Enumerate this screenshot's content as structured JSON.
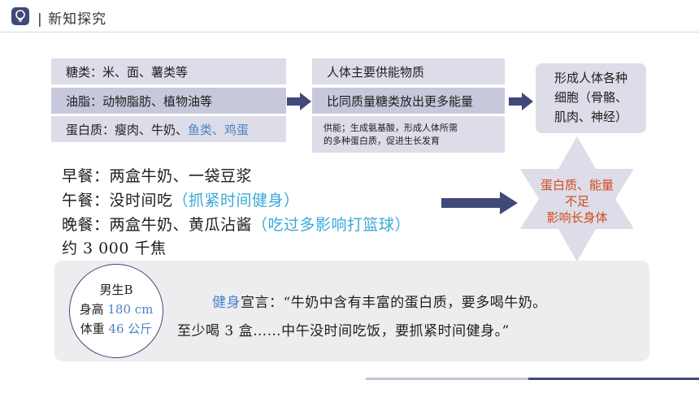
{
  "header": {
    "title": "| 新知探究"
  },
  "nutrients": [
    {
      "label": "糖类：",
      "text": "米、面、薯类等",
      "extra": ""
    },
    {
      "label": "油脂：",
      "text": "动物脂肪、植物油等",
      "extra": ""
    },
    {
      "label": "蛋白质：",
      "text": "瘦肉、牛奶、",
      "extra": "鱼类、鸡蛋"
    }
  ],
  "functions": {
    "line1": "人体主要供能物质",
    "line2": "比同质量糖类放出更多能量",
    "line3a": "供能；生成氨基酸，形成人体所需",
    "line3b": "的多种蛋白质，促进生长发育"
  },
  "result": {
    "line1": "形成人体各种",
    "line2": "细胞（骨骼、",
    "line3": "肌肉、神经）"
  },
  "meals": {
    "breakfast": {
      "text": "早餐：两盒牛奶、一袋豆浆",
      "note": ""
    },
    "lunch": {
      "text": "午餐：没时间吃",
      "note": "（抓紧时间健身）"
    },
    "dinner": {
      "text": "晚餐：两盒牛奶、黄瓜沾酱",
      "note": "（吃过多影响打篮球）"
    },
    "total": "约 3 000 千焦"
  },
  "star": {
    "line1": "蛋白质、能量",
    "line2": "不足",
    "line3": "影响长身体"
  },
  "student": {
    "name": "男生B",
    "height_label": "身高 ",
    "height_value": "180 cm",
    "weight_label": "体重 ",
    "weight_value": "46 公斤"
  },
  "declaration": {
    "keyword": "健身",
    "line1_rest": "宣言：“牛奶中含有丰富的蛋白质，要多喝牛奶。",
    "line2": "至少喝 3 盒……中午没时间吃饭，要抓紧时间健身。”"
  },
  "colors": {
    "accent": "#3f4a78",
    "highlight": "#4a84c4",
    "note": "#3aa8d8",
    "warning": "#d4491a"
  }
}
